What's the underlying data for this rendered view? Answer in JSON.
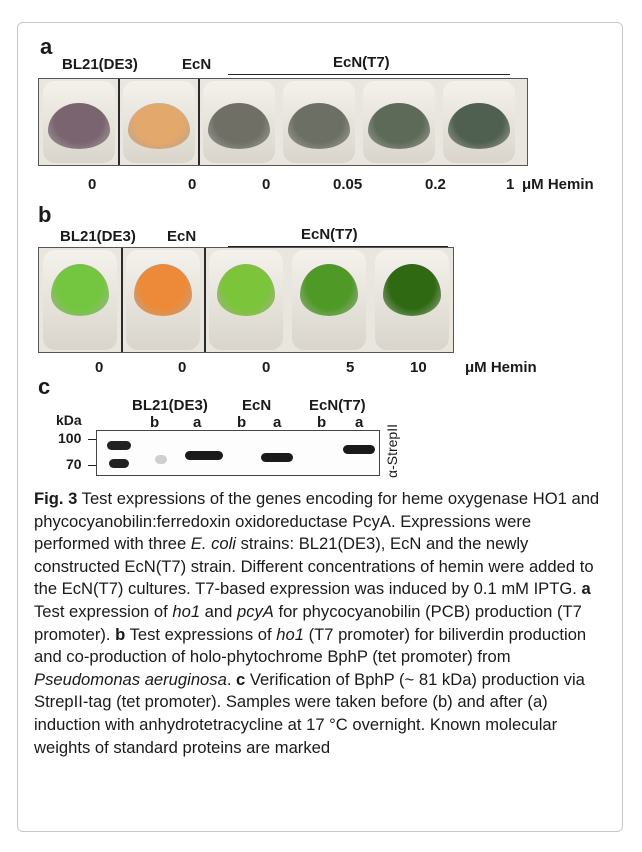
{
  "panel_a": {
    "letter": "a",
    "strain_1": "BL21(DE3)",
    "strain_2": "EcN",
    "strain_3": "EcN(T7)",
    "values": [
      "0",
      "0",
      "0",
      "0.05",
      "0.2",
      "1"
    ],
    "unit": "μM Hemin"
  },
  "panel_b": {
    "letter": "b",
    "strain_1": "BL21(DE3)",
    "strain_2": "EcN",
    "strain_3": "EcN(T7)",
    "values": [
      "0",
      "0",
      "0",
      "5",
      "10"
    ],
    "unit": "μM Hemin"
  },
  "panel_c": {
    "letter": "c",
    "kda": "kDa",
    "mw_100": "100",
    "mw_70": "70",
    "strain_1": "BL21(DE3)",
    "strain_2": "EcN",
    "strain_3": "EcN(T7)",
    "lanes": [
      "b",
      "a",
      "b",
      "a",
      "b",
      "a"
    ],
    "antibody": "α-StrepII"
  },
  "caption": {
    "fig_label": "Fig. 3",
    "s1": " Test expressions of the genes encoding for heme oxygenase HO1 and phycocyanobilin:ferredoxin oxidoreductase PcyA. Expressions were performed with three ",
    "ecoli": "E. coli",
    "s2": " strains: BL21(DE3), EcN and the newly constructed EcN(T7) strain. Different concentrations of hemin were added to the EcN(T7) cultures. T7-based expression was induced by 0.1 mM IPTG. ",
    "a": "a",
    "s3": " Test expression of ",
    "ho1_1": "ho1",
    "s4": " and ",
    "pcyA": "pcyA",
    "s5": " for phycocyanobilin (PCB) production (T7 promoter). ",
    "b": "b",
    "s6": " Test expressions of ",
    "ho1_2": "ho1",
    "s7": " (T7 promoter) for biliverdin production and co-production of holo-phytochrome BphP (tet promoter) from ",
    "pseudo": "Pseudomonas aeruginosa",
    "s8": ". ",
    "c": "c",
    "s9": " Verification of BphP (~ 81 kDa) production via StrepII-tag (tet promoter). Samples were taken before (b) and after (a) induction with anhydrotetracycline at 17 °C overnight. Known molecular weights of standard proteins are marked"
  },
  "colors": {
    "a_tubes": [
      "#7a6470",
      "#e3a86c",
      "#6f6f66",
      "#6c7064",
      "#5e6a58",
      "#4f5f50"
    ],
    "b_tubes": [
      "#74c640",
      "#ec8a3a",
      "#7cc43a",
      "#4f9a26",
      "#2f6a12"
    ]
  }
}
